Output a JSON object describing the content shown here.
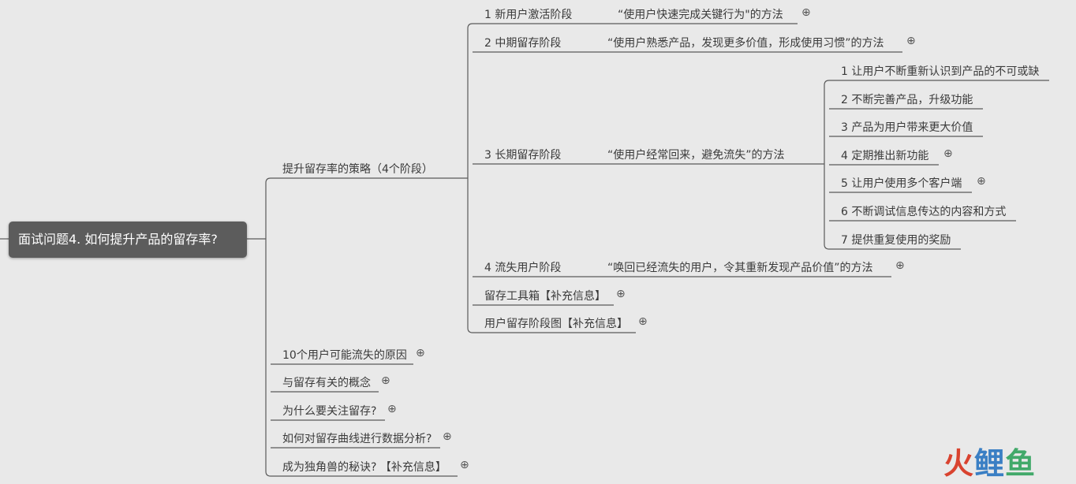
{
  "root": {
    "label": "面试问题4. 如何提升产品的留存率?"
  },
  "level1": [
    {
      "label": "提升留存率的策略（4个阶段）",
      "collapsed": false
    },
    {
      "label": "10个用户可能流失的原因",
      "collapsed": true
    },
    {
      "label": "与留存有关的概念",
      "collapsed": true
    },
    {
      "label": "为什么要关注留存?",
      "collapsed": true
    },
    {
      "label": "如何对留存曲线进行数据分析?",
      "collapsed": true
    },
    {
      "label": "成为独角兽的秘诀? 【补充信息】",
      "collapsed": true
    }
  ],
  "stages": [
    {
      "label": "1 新用户激活阶段",
      "method": "“使用户快速完成关键行为\"的方法",
      "collapsed": true
    },
    {
      "label": "2 中期留存阶段",
      "method": "“使用户熟悉产品，发现更多价值，形成使用习惯”的方法",
      "collapsed": true
    },
    {
      "label": "3 长期留存阶段",
      "method": "“使用户经常回来，避免流失”的方法",
      "collapsed": false
    },
    {
      "label": "4 流失用户阶段",
      "method": "“唤回已经流失的用户，令其重新发现产品价值”的方法",
      "collapsed": true
    },
    {
      "label": "留存工具箱【补充信息】",
      "collapsed": true
    },
    {
      "label": "用户留存阶段图【补充信息】",
      "collapsed": true
    }
  ],
  "long_term_methods": [
    {
      "label": "1 让用户不断重新认识到产品的不可或缺",
      "collapsed": false
    },
    {
      "label": "2 不断完善产品，升级功能",
      "collapsed": false
    },
    {
      "label": "3 产品为用户带来更大价值",
      "collapsed": false
    },
    {
      "label": "4 定期推出新功能",
      "collapsed": true
    },
    {
      "label": "5 让用户使用多个客户端",
      "collapsed": true
    },
    {
      "label": "6 不断调试信息传达的内容和方式",
      "collapsed": false
    },
    {
      "label": "7 提供重复使用的奖励",
      "collapsed": false
    }
  ],
  "expand_icon": "⊕",
  "watermark": {
    "part1": "火",
    "part2": "鲤",
    "part3": "鱼"
  },
  "colors": {
    "background": "#e9e9e9",
    "line": "#5a5a5a",
    "root_fill": "#5c5c5c"
  }
}
